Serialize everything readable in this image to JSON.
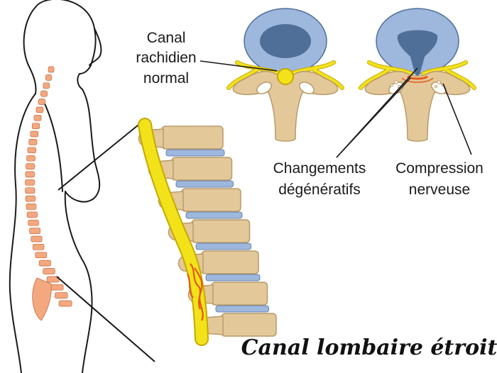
{
  "labels": {
    "normal_canal": [
      "Canal",
      "rachidien",
      "normal"
    ],
    "degenerative": [
      "Changements",
      "dégénératifs"
    ],
    "compression": [
      "Compression",
      "nerveuse"
    ]
  },
  "title": "Canal lombaire étroit",
  "colors": {
    "bone": "#e3c89a",
    "bone_dark": "#b99a69",
    "disc": "#9eb7dc",
    "disc_dark": "#4f6f99",
    "nerve": "#f2e21a",
    "nerve_outline": "#c8a800",
    "spine_highlight": "#f4a880",
    "inflammation": "#e25a1a",
    "outline": "#1a1a1a"
  }
}
